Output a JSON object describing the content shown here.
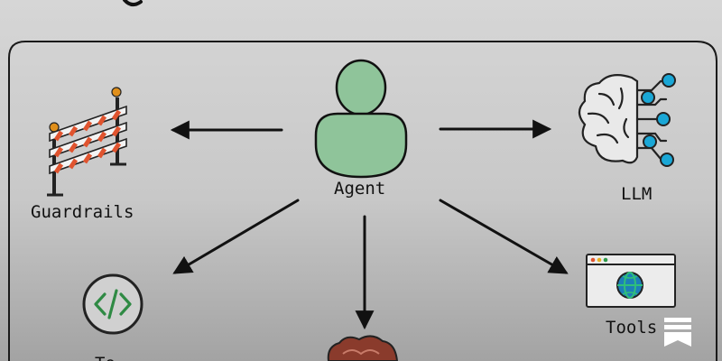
{
  "nodes": {
    "agent": {
      "label": "Agent"
    },
    "guardrails": {
      "label": "Guardrails"
    },
    "llm": {
      "label": "LLM"
    },
    "tools": {
      "label": "Tools"
    },
    "code": {
      "label": "To"
    }
  },
  "colors": {
    "background_top": "#d4d4d4",
    "background_bottom": "#a6a6a6",
    "agent_fill": "#8fc49a",
    "llm_node_fill": "#1aa7d6",
    "code_glyph": "#2f8a44",
    "barrier_stripe": "#e0542f",
    "barrier_lamp": "#e08f1a",
    "globe_fill": "#1d7fb8",
    "memory_fill": "#8a3b2c"
  },
  "icons": [
    "person-icon",
    "barrier-icon",
    "brain-circuit-icon",
    "browser-globe-icon",
    "code-icon",
    "brain-icon",
    "bookmark-icon"
  ]
}
